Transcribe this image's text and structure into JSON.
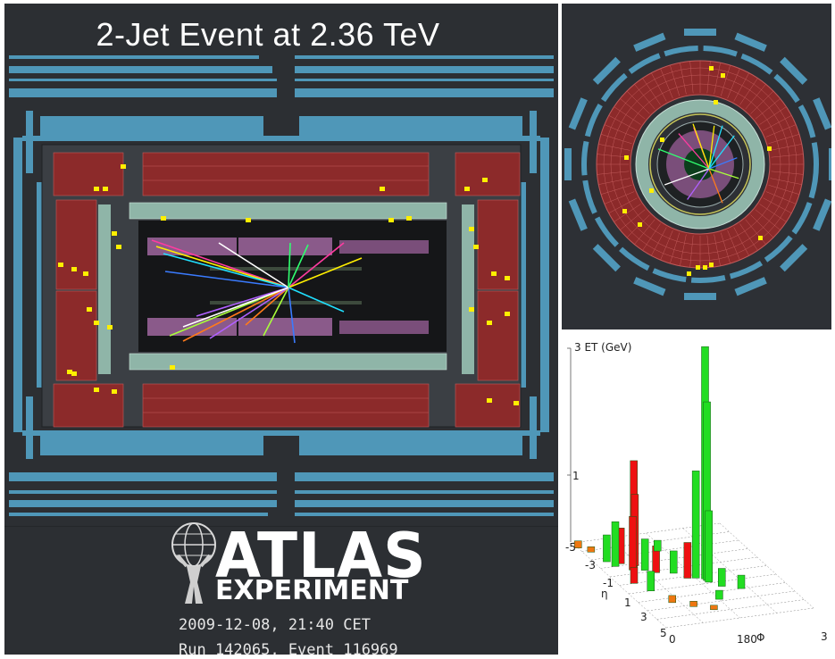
{
  "title": "2-Jet Event at 2.36 TeV",
  "logo": {
    "atlas": "ATLAS",
    "experiment": "EXPERIMENT"
  },
  "event": {
    "datetime": "2009-12-08, 21:40 CET",
    "run": "Run 142065, Event 116969"
  },
  "lego_plot": {
    "z_label": "3 ET (GeV)",
    "z_tick": "1",
    "eta_label": "η",
    "phi_label": "Φ",
    "eta_ticks": [
      "-5",
      "-3",
      "-1",
      "1",
      "3",
      "5"
    ],
    "phi_ticks": [
      "0",
      "180",
      "3"
    ]
  },
  "colors": {
    "calo_red": "#8c2a2a",
    "muon_blue": "#4f97b8",
    "trt_green": "#8fb5a8",
    "pixel_purple": "#8a5a8a",
    "hit_yellow": "#ffef00",
    "lego_green": "#22dd22",
    "lego_red": "#ee1111",
    "lego_orange": "#ee7711"
  }
}
